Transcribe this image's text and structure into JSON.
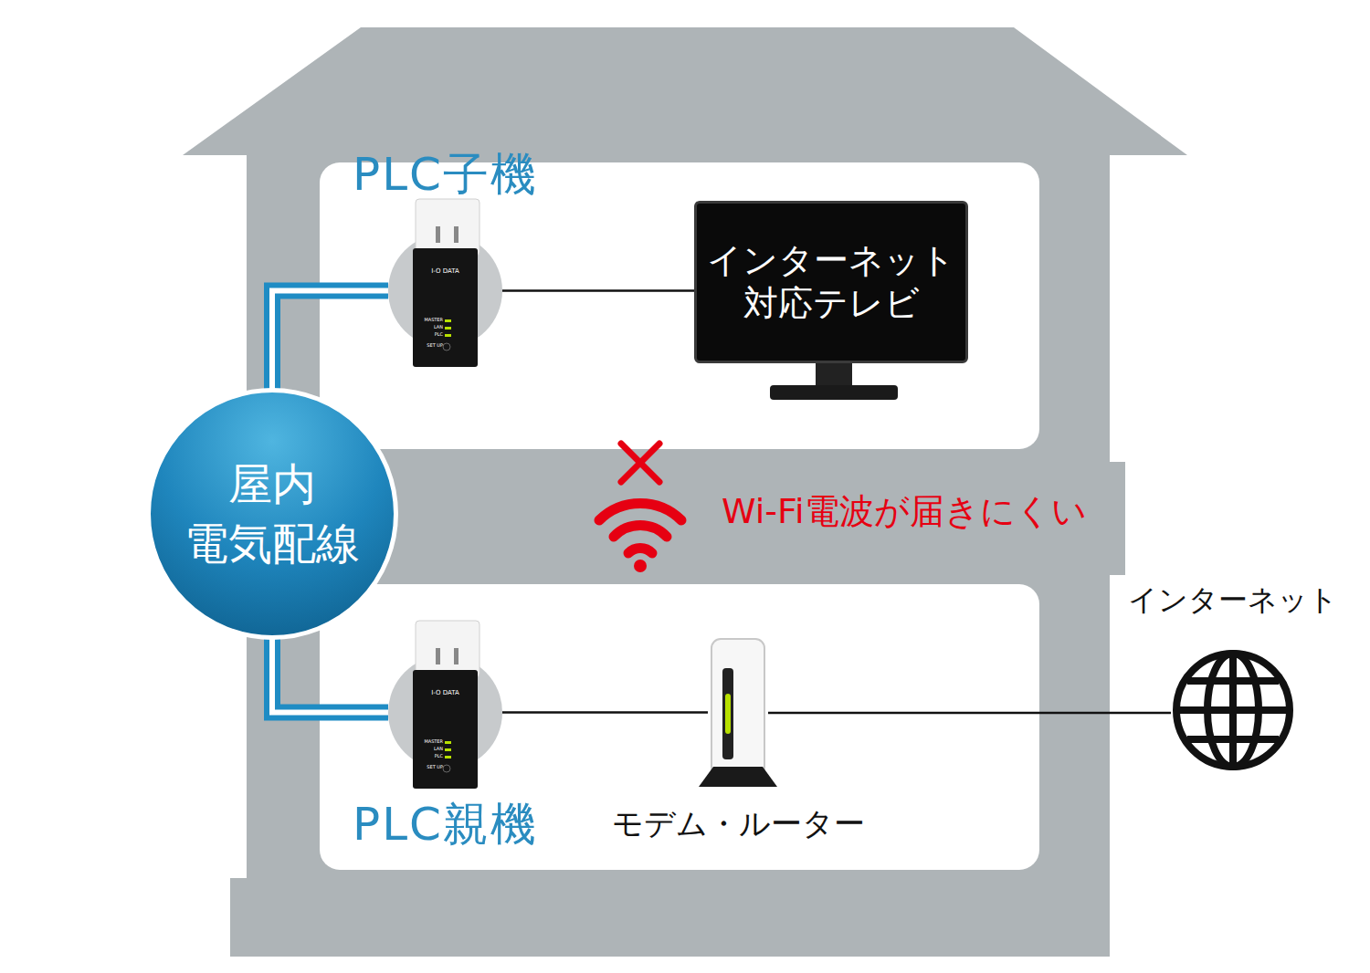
{
  "diagram": {
    "nodes": [
      {
        "text": [
          "PLC子機"
        ]
      },
      {
        "text": [
          "インターネット 対応テレビ"
        ]
      },
      {
        "text": [
          "屋内 電気配線"
        ]
      },
      {
        "text": [
          "PLC親機"
        ]
      },
      {
        "text": [
          "モデム・ルーター"
        ]
      },
      {
        "text": [
          "インターネット"
        ]
      }
    ],
    "edges": [
      {
        "from": 0,
        "to": 1,
        "arrow": "none"
      },
      {
        "from": 2,
        "to": 0,
        "arrow": "none"
      },
      {
        "from": 2,
        "to": 3,
        "arrow": "none"
      },
      {
        "from": 3,
        "to": 4,
        "arrow": "none"
      },
      {
        "from": 4,
        "to": 5,
        "arrow": "none"
      }
    ],
    "labels": [
      "Wi-Fi電波が届きにくい",
      "I-O DATA",
      "MASTER",
      "LAN",
      "PLC",
      "SET UP",
      "I-O DATA",
      "MASTER",
      "LAN",
      "PLC",
      "SET UP"
    ]
  }
}
